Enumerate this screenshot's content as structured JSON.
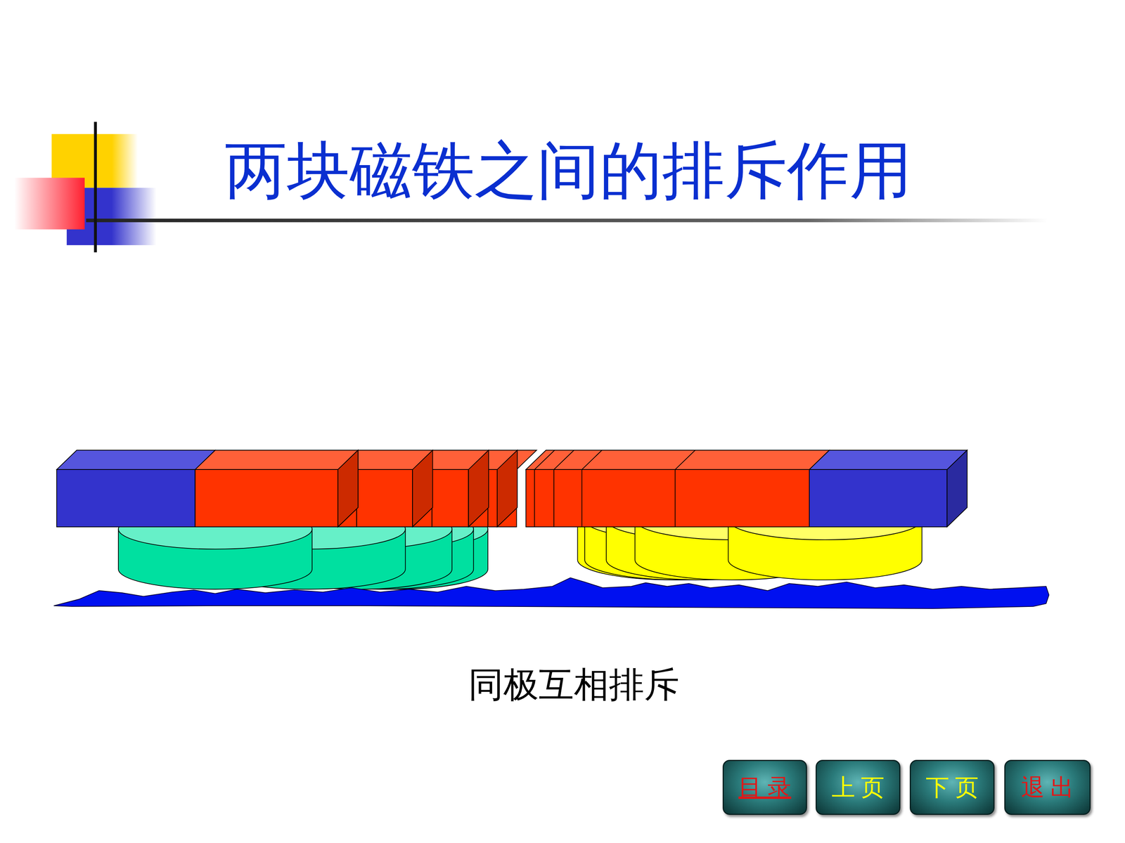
{
  "diagram": {
    "title": "两块磁铁之间的排斥作用",
    "caption": "同极互相排斥",
    "nodes": [
      {
        "text": [
          "目 录"
        ]
      },
      {
        "text": [
          "上 页"
        ]
      },
      {
        "text": [
          "下 页"
        ]
      },
      {
        "text": [
          "退 出"
        ]
      }
    ]
  }
}
